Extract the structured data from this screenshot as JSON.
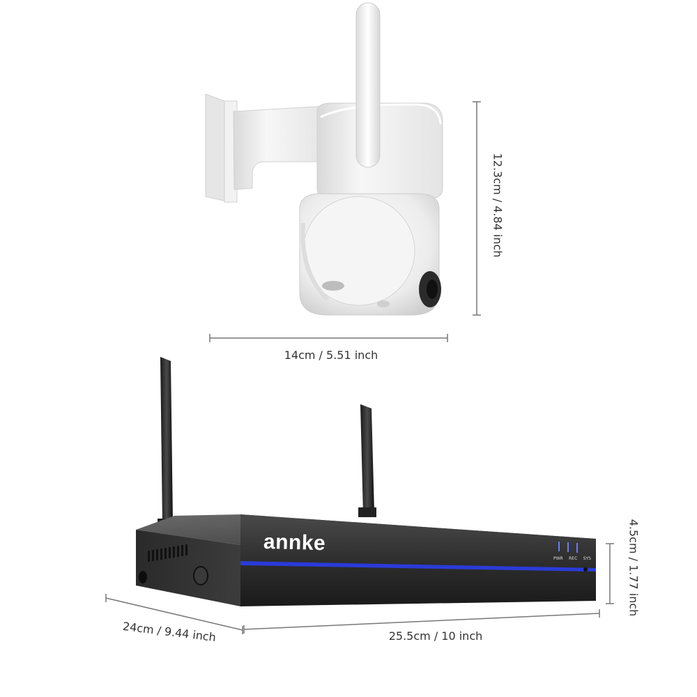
{
  "camera": {
    "height_label": "12.3cm / 4.84 inch",
    "width_label": "14cm / 5.51 inch"
  },
  "nvr": {
    "brand": "annke",
    "leds": [
      "PWR",
      "REC",
      "SYS"
    ],
    "height_label": "4.5cm / 1.77 inch",
    "depth_label": "24cm / 9.44 inch",
    "width_label": "25.5cm / 10 inch",
    "accent_color": "#2a3bd8"
  }
}
